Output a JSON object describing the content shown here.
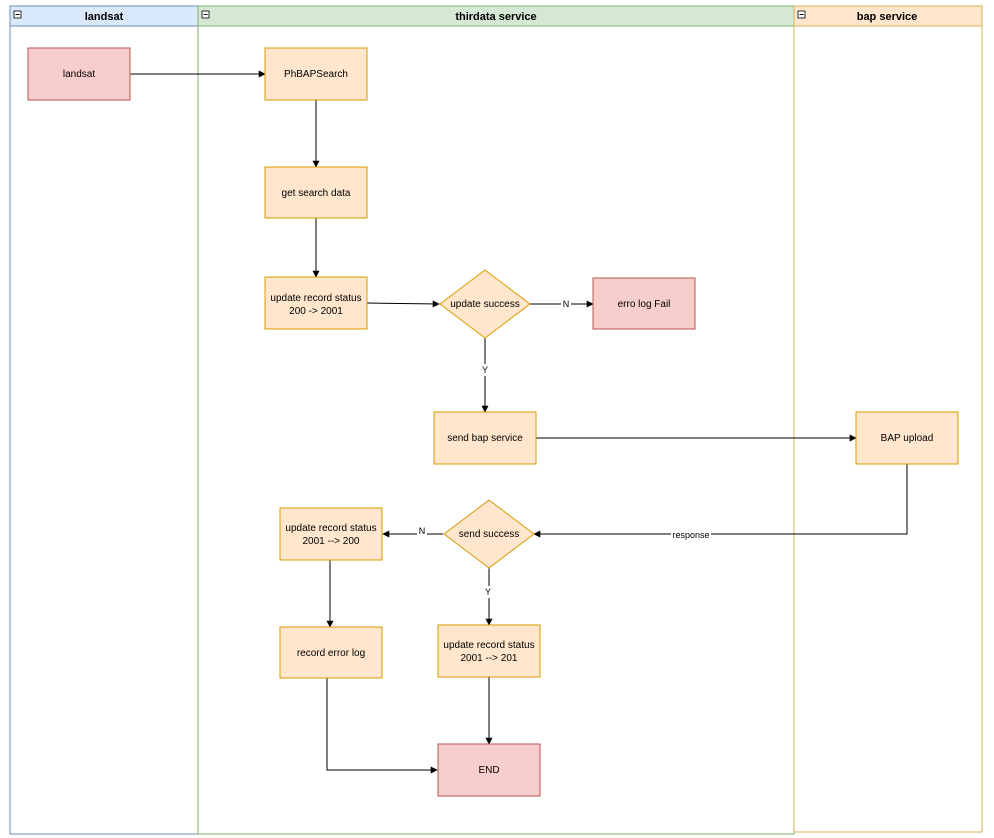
{
  "lanes": {
    "landsat": {
      "title": "landsat",
      "fill": "#dae8fc",
      "stroke": "#6c8ebf"
    },
    "thirdata": {
      "title": "thirdata service",
      "fill": "#d5e8d4",
      "stroke": "#82b366"
    },
    "bap": {
      "title": "bap service",
      "fill": "#ffe6cc",
      "stroke": "#d6b656"
    }
  },
  "colors": {
    "process_fill": "#ffe6cc",
    "process_stroke": "#d79b00",
    "terminal_fill": "#f8cecc",
    "terminal_stroke": "#b85450",
    "edge": "#000000"
  },
  "nodes": {
    "landsat": {
      "lines": [
        "landsat"
      ]
    },
    "phbapsearch": {
      "lines": [
        "PhBAPSearch"
      ]
    },
    "get_search_data": {
      "lines": [
        "get search data"
      ]
    },
    "update_200_2001": {
      "lines": [
        "update record status",
        "200 -> 2001"
      ]
    },
    "update_success": {
      "lines": [
        "update success"
      ]
    },
    "erro_log_fail": {
      "lines": [
        "erro log Fail"
      ]
    },
    "send_bap_service": {
      "lines": [
        "send bap service"
      ]
    },
    "bap_upload": {
      "lines": [
        "BAP upload"
      ]
    },
    "send_success": {
      "lines": [
        "send success"
      ]
    },
    "update_2001_200": {
      "lines": [
        "update record status",
        "2001 --> 200"
      ]
    },
    "update_2001_201": {
      "lines": [
        "update record status",
        "2001 --> 201"
      ]
    },
    "record_error_log": {
      "lines": [
        "record error log"
      ]
    },
    "end": {
      "lines": [
        "END"
      ]
    }
  },
  "edge_labels": {
    "update_no": "N",
    "update_yes": "Y",
    "response": "response",
    "send_no": "N",
    "send_yes": "Y"
  }
}
